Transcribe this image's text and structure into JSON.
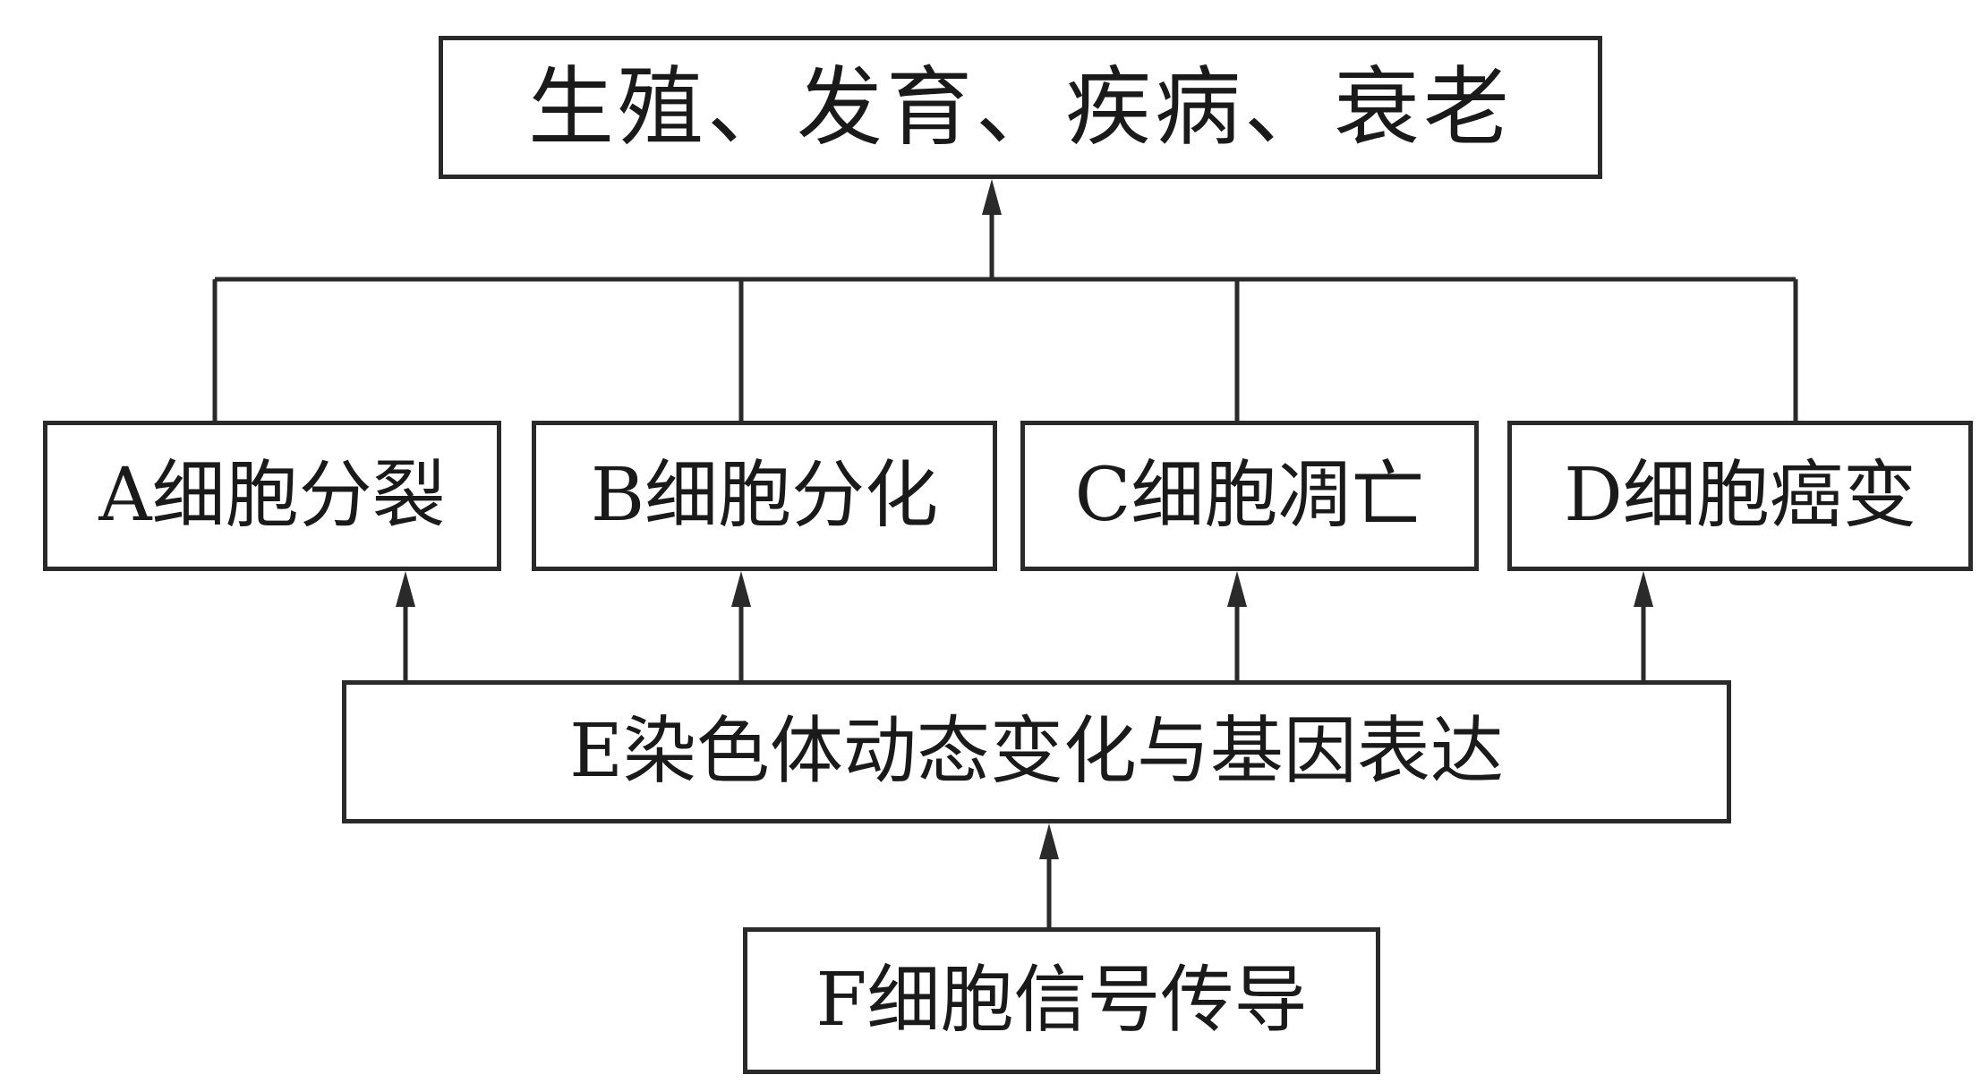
{
  "diagram": {
    "top_box": "生殖、发育、疾病、衰老",
    "process_boxes": [
      "A细胞分裂",
      "B细胞分化",
      "C细胞凋亡",
      "D细胞癌变"
    ],
    "mechanism_box": "E染色体动态变化与基因表达",
    "signal_box": "F细胞信号传导"
  },
  "colors": {
    "line": "#2a2a2a",
    "text": "#1a1a1a",
    "background": "#ffffff"
  }
}
